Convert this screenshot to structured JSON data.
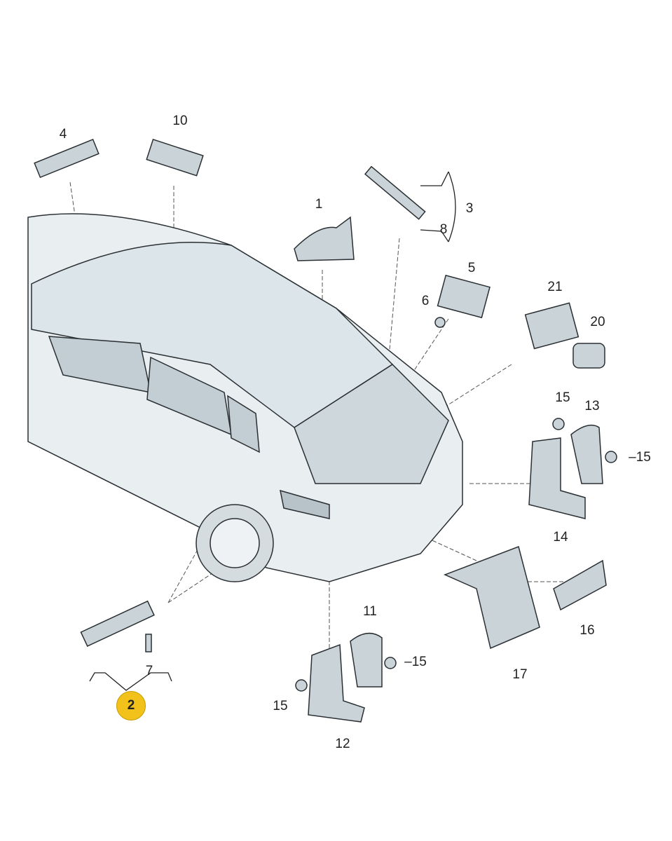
{
  "diagram": {
    "labels": {
      "p1": "1",
      "p2": "2",
      "p3": "3",
      "p4": "4",
      "p5": "5",
      "p6": "6",
      "p7": "7",
      "p8": "8",
      "p10": "10",
      "p11": "11",
      "p12": "12",
      "p13": "13",
      "p14": "14",
      "p15": "15",
      "p15b": "–15",
      "p16": "16",
      "p17": "17",
      "p20": "20",
      "p21": "21"
    },
    "colors": {
      "part_fill": "#c9d3d8",
      "part_stroke": "#2a2f33",
      "car_fill": "#e9eef1",
      "highlight": "#f2c21b"
    }
  }
}
